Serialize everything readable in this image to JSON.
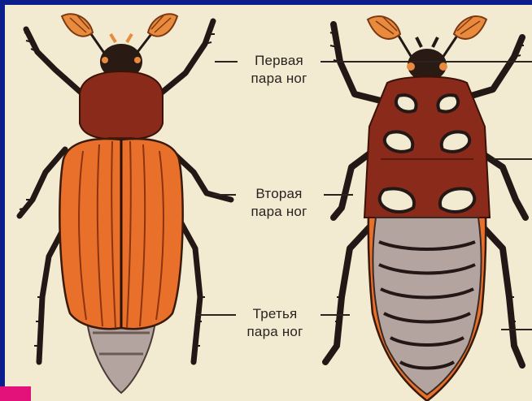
{
  "labels": {
    "leg_pair_1": {
      "line1": "Первая",
      "line2": "пара ног"
    },
    "leg_pair_2": {
      "line1": "Вторая",
      "line2": "пара ног"
    },
    "leg_pair_3": {
      "line1": "Третья",
      "line2": "пара ног"
    }
  },
  "colors": {
    "frame": "#0b1e8c",
    "paper": "#f3ead2",
    "elytra": "#e8702a",
    "pronotum": "#8a2a1a",
    "head": "#2a1a14",
    "antenna": "#e98a3c",
    "abdomen": "#b4a4a0",
    "legs": "#231815",
    "accent": "#e2127a"
  }
}
